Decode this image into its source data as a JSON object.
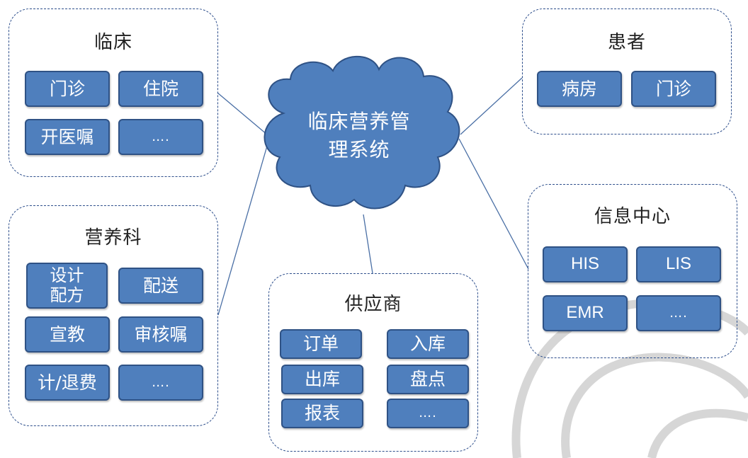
{
  "center": {
    "line1": "临床营养管",
    "line2": "理系统"
  },
  "groups": {
    "clinic": {
      "title": "临床",
      "items": [
        "门诊",
        "住院",
        "开医嘱",
        "…."
      ]
    },
    "patient": {
      "title": "患者",
      "items": [
        "病房",
        "门诊"
      ]
    },
    "nutrition": {
      "title": "营养科",
      "items": [
        "设计\n配方",
        "配送",
        "宣教",
        "审核嘱",
        "计/退费",
        "…."
      ]
    },
    "supplier": {
      "title": "供应商",
      "items": [
        "订单",
        "入库",
        "出库",
        "盘点",
        "报表",
        "…."
      ]
    },
    "info": {
      "title": "信息中心",
      "items": [
        "HIS",
        "LIS",
        "EMR",
        "…."
      ]
    }
  },
  "colors": {
    "box_fill": "#4f7fbd",
    "box_border": "#2f5285",
    "cloud_fill": "#4f7fbd",
    "group_border": "#2e4f8c",
    "connector": "#4a6fa5"
  }
}
